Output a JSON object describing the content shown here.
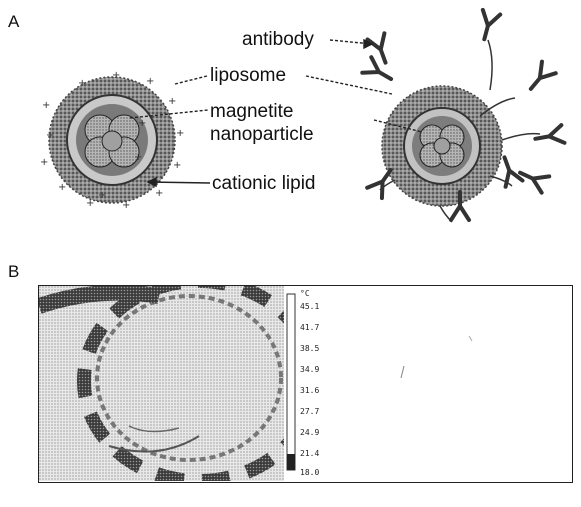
{
  "panel_a": {
    "letter": "A",
    "labels": {
      "antibody": "antibody",
      "liposome": "liposome",
      "magnetite_line1": "magnetite",
      "magnetite_line2": "nanoparticle",
      "cationic": "cationic lipid"
    }
  },
  "panel_b": {
    "letter": "B",
    "unit": "°C",
    "scale_values": [
      "45.1",
      "41.7",
      "38.5",
      "34.9",
      "31.6",
      "27.7",
      "24.9",
      "21.4",
      "18.0"
    ]
  },
  "colors": {
    "ink": "#1a1a1a",
    "shell": "#6a6a6a",
    "core": "#8a8a8a"
  }
}
